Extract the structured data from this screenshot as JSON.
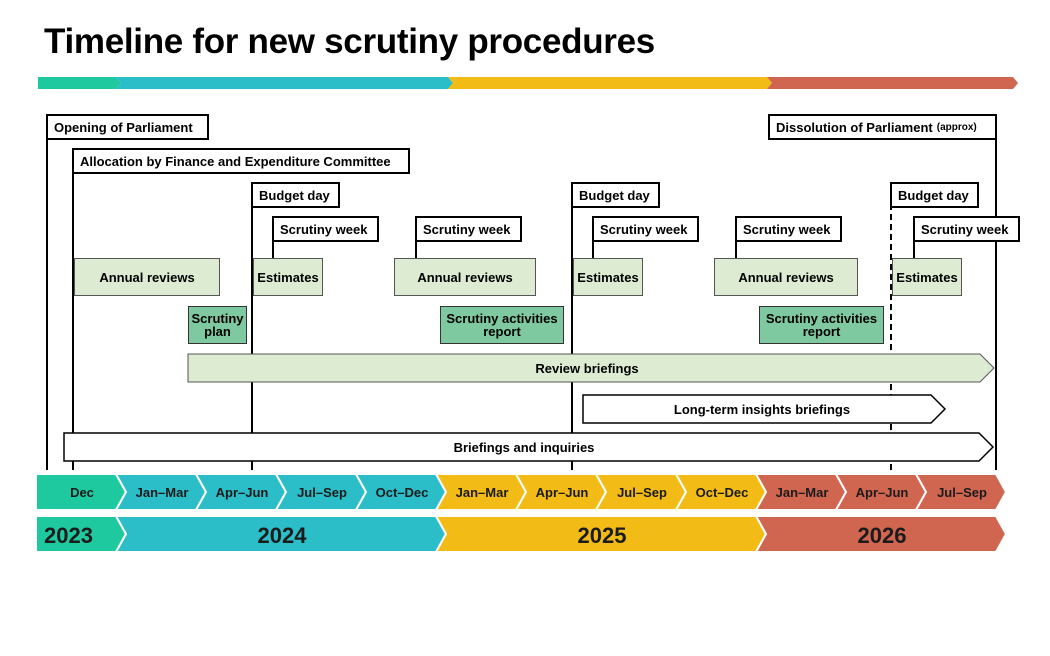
{
  "title": "Timeline for new scrutiny procedures",
  "colors": {
    "y2023": "#1fc9a0",
    "y2024": "#2bbdc8",
    "y2025": "#f2bb16",
    "y2026": "#d06550",
    "light_green": "#dcebd2",
    "mid_green": "#7fc9a0"
  },
  "events": {
    "opening": "Opening of Parliament",
    "allocation": "Allocation by Finance and Expenditure Committee",
    "dissolution": "Dissolution of Parliament",
    "dissolution_note": "(approx)",
    "budget_day": "Budget day",
    "scrutiny_week": "Scrutiny week",
    "annual_reviews": "Annual reviews",
    "estimates": "Estimates",
    "scrutiny_plan": "Scrutiny plan",
    "scrutiny_activities_report": "Scrutiny activities report"
  },
  "streams": {
    "review_briefings": "Review briefings",
    "long_term_insights": "Long-term insights briefings",
    "briefings_inquiries": "Briefings and inquiries"
  },
  "quarters": [
    "Dec",
    "Jan–Mar",
    "Apr–Jun",
    "Jul–Sep",
    "Oct–Dec",
    "Jan–Mar",
    "Apr–Jun",
    "Jul–Sep",
    "Oct–Dec",
    "Jan–Mar",
    "Apr–Jun",
    "Jul–Sep"
  ],
  "years": [
    "2023",
    "2024",
    "2025",
    "2026"
  ]
}
